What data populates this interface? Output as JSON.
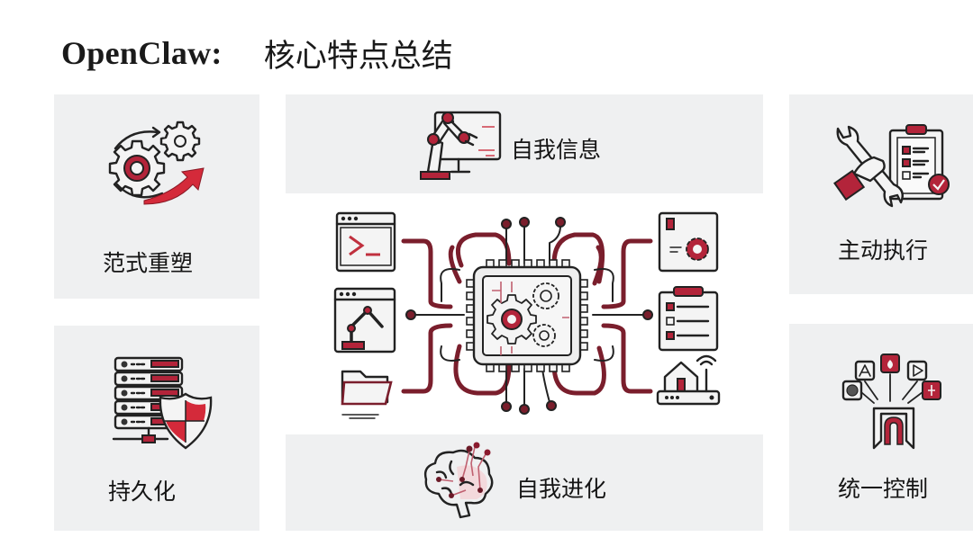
{
  "title": {
    "prefix": "OpenClaw:",
    "main": "核心特点总结"
  },
  "colors": {
    "accent": "#b3243a",
    "trace": "#7a1e2c",
    "panel_bg": "#eff0f1",
    "text": "#151515"
  },
  "features": {
    "paradigm": {
      "label": "范式重塑",
      "icon": "gears-arrow-icon"
    },
    "self_info": {
      "label": "自我信息",
      "icon": "robot-arm-monitor-icon"
    },
    "proactive": {
      "label": "主动执行",
      "icon": "wrench-checklist-icon"
    },
    "persistence": {
      "label": "持久化",
      "icon": "server-shield-icon"
    },
    "self_evolve": {
      "label": "自我进化",
      "icon": "brain-circuit-icon"
    },
    "unified": {
      "label": "统一控制",
      "icon": "apps-funnel-icon"
    }
  },
  "center_diagram": {
    "core": "chip-gears-icon",
    "left_nodes": [
      "terminal-icon",
      "robot-window-icon",
      "folder-icon"
    ],
    "right_nodes": [
      "document-gear-icon",
      "clipboard-checklist-icon",
      "smart-home-router-icon"
    ]
  }
}
